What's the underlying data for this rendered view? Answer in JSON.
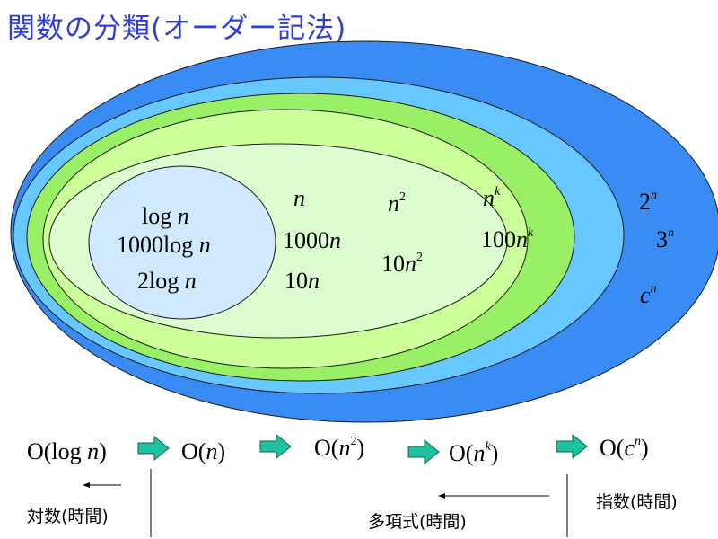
{
  "title": "関数の分類(オーダー記法)",
  "regions": [
    {
      "id": "exponential",
      "color": "#3a8cf5"
    },
    {
      "id": "polynomial-k",
      "color": "#66c8ff"
    },
    {
      "id": "quadratic",
      "color": "#99f066"
    },
    {
      "id": "quadratic-inner",
      "color": "#ccff99"
    },
    {
      "id": "linear",
      "color": "#ddfcd0"
    },
    {
      "id": "logarithmic",
      "color": "#cfe9ff"
    }
  ],
  "terms": {
    "log": {
      "a": "log",
      "b": "n"
    },
    "log1000": {
      "coef": "1000",
      "a": "log",
      "b": "n"
    },
    "log2": {
      "coef": "2",
      "a": "log",
      "b": "n"
    },
    "lin": {
      "b": "n"
    },
    "lin1000": {
      "coef": "1000",
      "b": "n"
    },
    "lin10": {
      "coef": "10",
      "b": "n"
    },
    "sq": {
      "b": "n",
      "sup": "2"
    },
    "sq10": {
      "coef": "10",
      "b": "n",
      "sup": "2"
    },
    "pk": {
      "b": "n",
      "sup": "k"
    },
    "pk100": {
      "coef": "100",
      "b": "n",
      "sup": "k"
    },
    "e2": {
      "coef": "2",
      "sup": "n"
    },
    "e3": {
      "coef": "3",
      "sup": "n"
    },
    "ec": {
      "b": "c",
      "sup": "n"
    }
  },
  "order": {
    "o1": {
      "open": "O(log ",
      "var": "n",
      "close": ")"
    },
    "o2": {
      "open": "O(",
      "var": "n",
      "close": ")"
    },
    "o3": {
      "open": "O(",
      "var": "n",
      "sup": "2",
      "close": ")"
    },
    "o4": {
      "open": "O(",
      "var": "n",
      "sup": "k",
      "close": ")"
    },
    "o5": {
      "open": "O(",
      "var": "c",
      "sup": "n",
      "close": ")"
    }
  },
  "captions": {
    "log": "対数(時間)",
    "poly": "多項式(時間)",
    "exp": "指数(時間)"
  },
  "arrow_color": "#20c0a0"
}
